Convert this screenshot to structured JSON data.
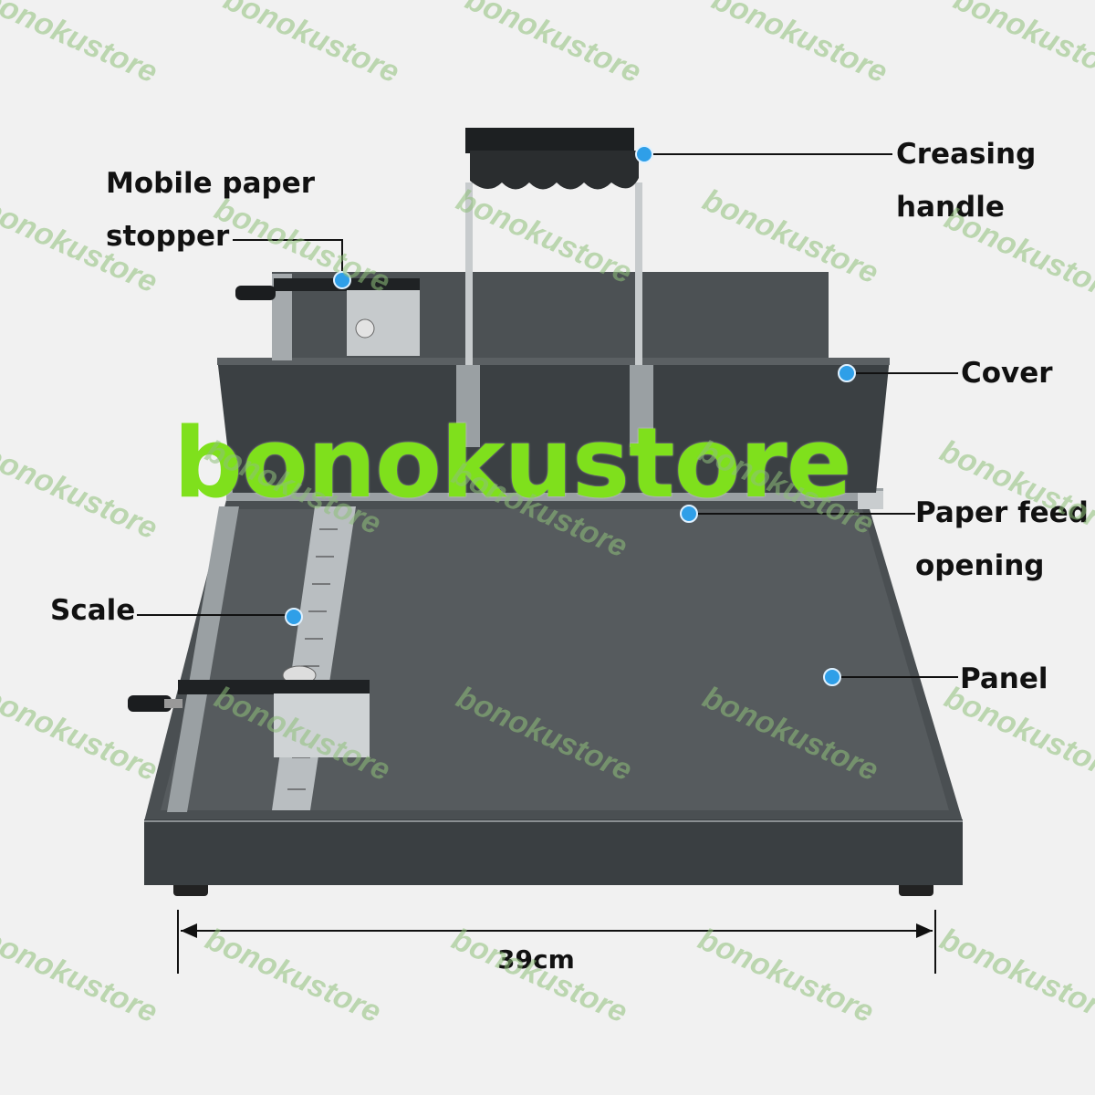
{
  "labels": {
    "creasing_handle": [
      "Creasing",
      "handle"
    ],
    "mobile_paper_stopper": [
      "Mobile paper",
      "stopper"
    ],
    "cover": "Cover",
    "paper_feed_opening": [
      "Paper feed",
      "opening"
    ],
    "scale": "Scale",
    "panel": "Panel"
  },
  "dimension": "39cm",
  "watermark": "bonokustore",
  "colors": {
    "marker": "#2f9fe8",
    "body": "#3d4245",
    "watermark_large": "#7fe01c",
    "watermark_small": "#8fc07a"
  }
}
